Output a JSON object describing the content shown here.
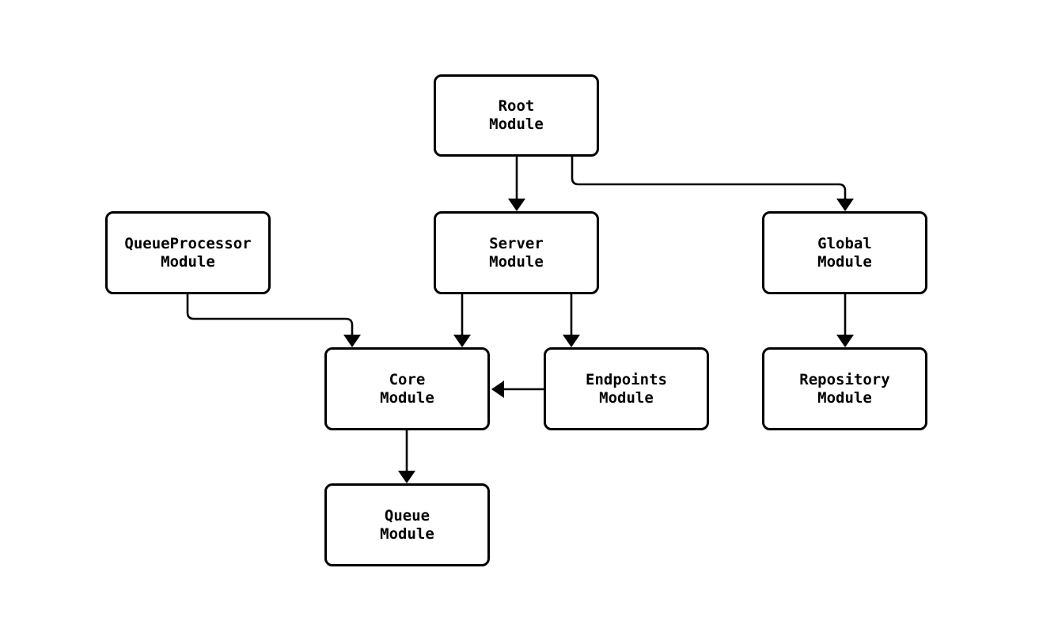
{
  "diagram": {
    "type": "flowchart",
    "background": "#ffffff",
    "colors": {
      "node_border": "#000000",
      "node_fill": "#ffffff",
      "edge_stroke": "#000000",
      "text": "#000000"
    },
    "nodes": [
      {
        "id": "root",
        "label": "Root\nModule"
      },
      {
        "id": "queueprocessor",
        "label": "QueueProcessor\nModule"
      },
      {
        "id": "server",
        "label": "Server\nModule"
      },
      {
        "id": "global",
        "label": "Global\nModule"
      },
      {
        "id": "core",
        "label": "Core\nModule"
      },
      {
        "id": "endpoints",
        "label": "Endpoints\nModule"
      },
      {
        "id": "repository",
        "label": "Repository\nModule"
      },
      {
        "id": "queue",
        "label": "Queue\nModule"
      }
    ],
    "edges": [
      {
        "from": "Root Module",
        "to": "Server Module"
      },
      {
        "from": "Root Module",
        "to": "Global Module"
      },
      {
        "from": "QueueProcessor Module",
        "to": "Core Module"
      },
      {
        "from": "Server Module",
        "to": "Core Module"
      },
      {
        "from": "Server Module",
        "to": "Endpoints Module"
      },
      {
        "from": "Endpoints Module",
        "to": "Core Module"
      },
      {
        "from": "Core Module",
        "to": "Queue Module"
      },
      {
        "from": "Global Module",
        "to": "Repository Module"
      }
    ]
  }
}
